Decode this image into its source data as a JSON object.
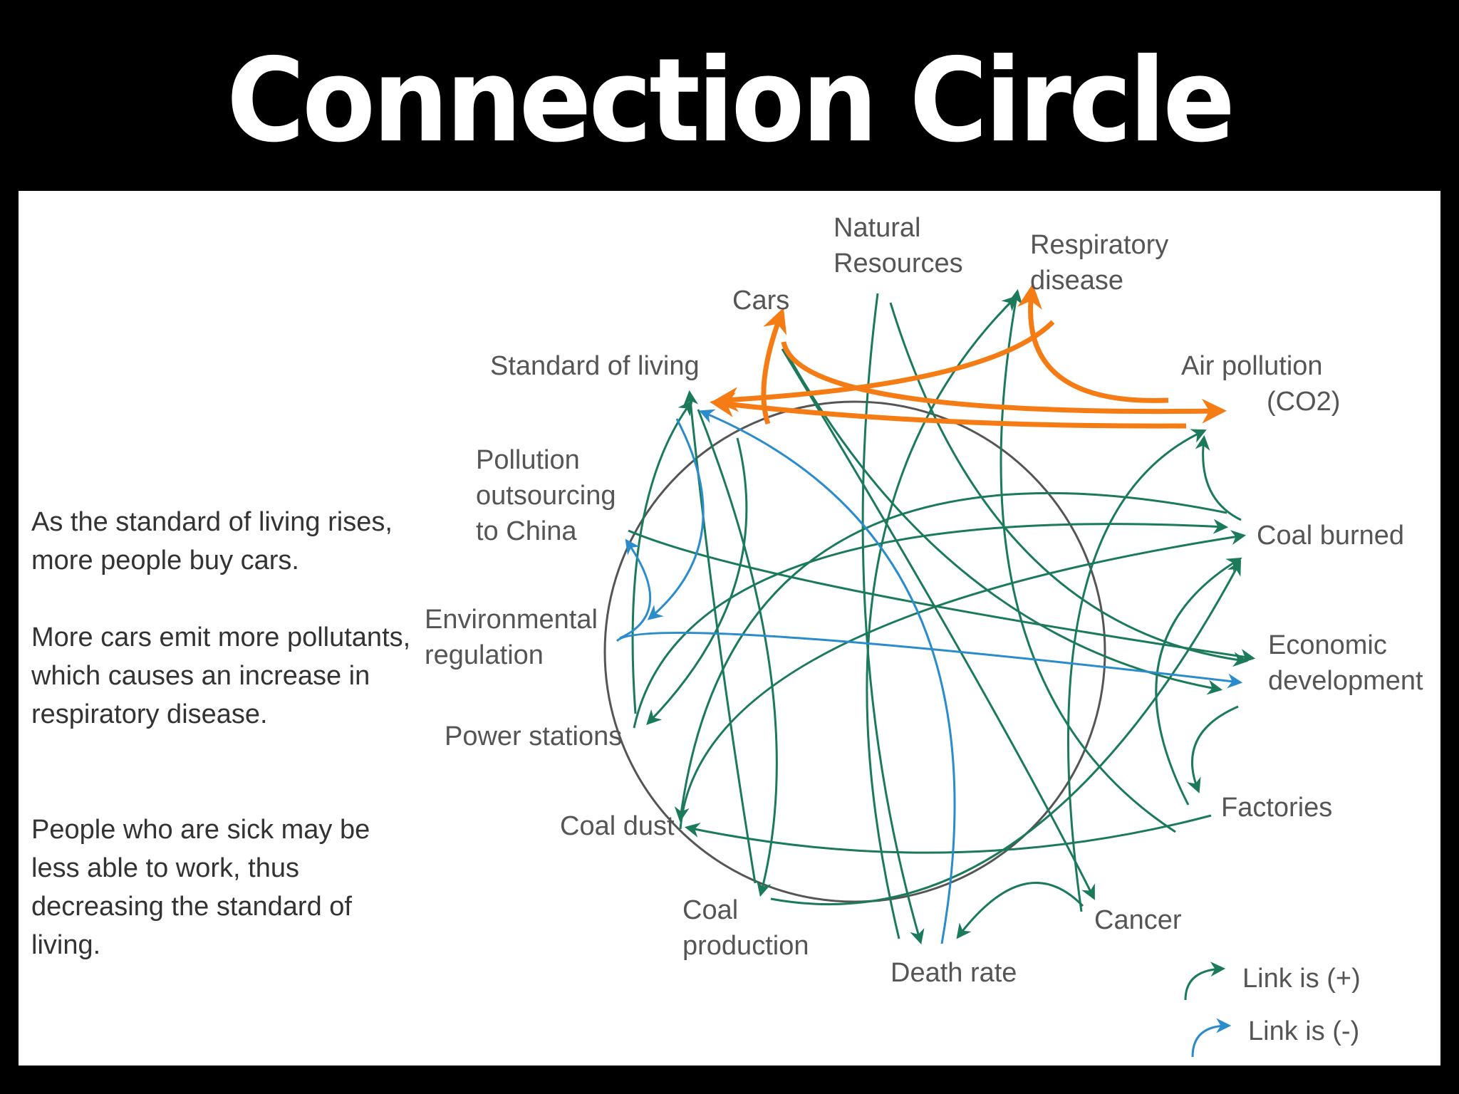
{
  "title": "Connection Circle",
  "paragraphs": [
    "As the standard of living rises, more people buy cars.",
    "More cars emit more pollutants, which causes an increase in respiratory disease.",
    "People who are sick may be less able to work, thus decreasing the standard of living."
  ],
  "nodes": {
    "natural_resources": [
      "Natural",
      "Resources"
    ],
    "respiratory_disease": [
      "Respiratory",
      "disease"
    ],
    "cars": [
      "Cars"
    ],
    "standard_of_living": [
      "Standard of living"
    ],
    "air_pollution": [
      "Air pollution",
      "(CO2)"
    ],
    "pollution_outsourcing": [
      "Pollution",
      "outsourcing",
      "to China"
    ],
    "coal_burned": [
      "Coal burned"
    ],
    "environmental_regulation": [
      "Environmental",
      "regulation"
    ],
    "economic_development": [
      "Economic",
      "development"
    ],
    "power_stations": [
      "Power stations"
    ],
    "factories": [
      "Factories"
    ],
    "coal_dust": [
      "Coal dust"
    ],
    "coal_production": [
      "Coal",
      "production"
    ],
    "cancer": [
      "Cancer"
    ],
    "death_rate": [
      "Death rate"
    ]
  },
  "legend": {
    "positive": "Link is (+)",
    "negative": "Link is (-)"
  },
  "colors": {
    "positive_link": "#1a7a5a",
    "negative_link": "#2a8ccc",
    "highlight_loop": "#f57c14",
    "circle": "#555555"
  }
}
